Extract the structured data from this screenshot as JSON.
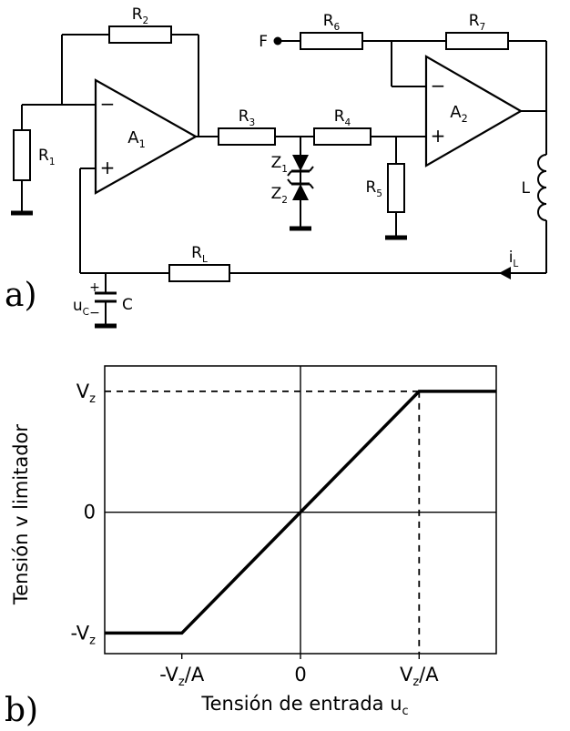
{
  "colors": {
    "ink": "#000000",
    "background": "#ffffff"
  },
  "sections": {
    "a_label": "a)",
    "b_label": "b)"
  },
  "circuit": {
    "labels": {
      "r1": "R~1~",
      "r2": "R~2~",
      "r3": "R~3~",
      "r4": "R~4~",
      "r5": "R~5~",
      "r6": "R~6~",
      "r7": "R~7~",
      "rl": "R~L~",
      "a1": "A~1~",
      "a2": "A~2~",
      "z1": "Z~1~",
      "z2": "Z~2~",
      "f": "F",
      "l": "L",
      "c": "C",
      "il": "i~L~",
      "uc": "u~C~",
      "opamp_minus": "−",
      "opamp_plus": "+",
      "cap_plus": "+",
      "cap_minus": "−"
    }
  },
  "chart_data": {
    "type": "line",
    "title": "",
    "xlabel": "Tensión de entrada u~c~",
    "ylabel": "Tensión v limitador",
    "xlim": [
      -1.65,
      1.65
    ],
    "ylim": [
      -1.17,
      1.21
    ],
    "x_ticks": [
      {
        "v": -1,
        "label": "-V~z~/A"
      },
      {
        "v": 0,
        "label": "0"
      },
      {
        "v": 1,
        "label": "V~z~/A"
      }
    ],
    "y_ticks": [
      {
        "v": 1,
        "label": "V~z~"
      },
      {
        "v": 0,
        "label": "0"
      },
      {
        "v": -1,
        "label": "-V~z~"
      }
    ],
    "axes_cross": {
      "x": 0,
      "y": 0
    },
    "series": [
      {
        "name": "limiter-transfer-characteristic",
        "points": [
          [
            -1.65,
            -1
          ],
          [
            -1,
            -1
          ],
          [
            1,
            1
          ],
          [
            1.65,
            1
          ]
        ]
      }
    ],
    "guides": [
      {
        "style": "dashed",
        "points": [
          [
            -1.65,
            1
          ],
          [
            1,
            1
          ]
        ]
      },
      {
        "style": "dashed",
        "points": [
          [
            1,
            1
          ],
          [
            1,
            -1.17
          ]
        ]
      }
    ],
    "grid": false,
    "legend": false
  }
}
